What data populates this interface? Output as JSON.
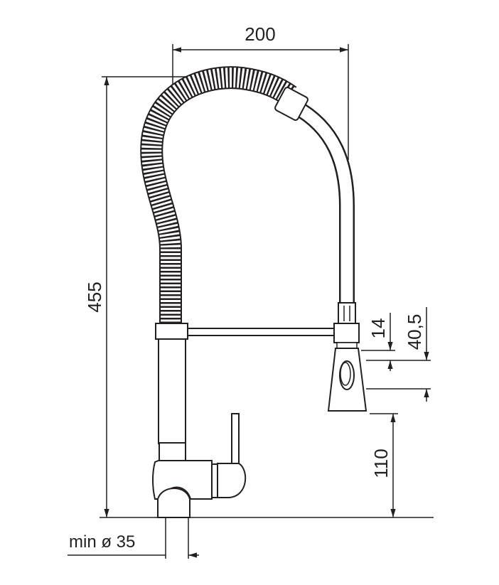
{
  "drawing": {
    "title": "Pull-down kitchen faucet dimension drawing",
    "dimensions": {
      "reach": "200",
      "height": "455",
      "spray_offset": "14",
      "spray_height": "40,5",
      "spout_clearance": "110",
      "hole": "min ø 35"
    },
    "colors": {
      "line": "#231f20",
      "background": "#ffffff"
    }
  }
}
